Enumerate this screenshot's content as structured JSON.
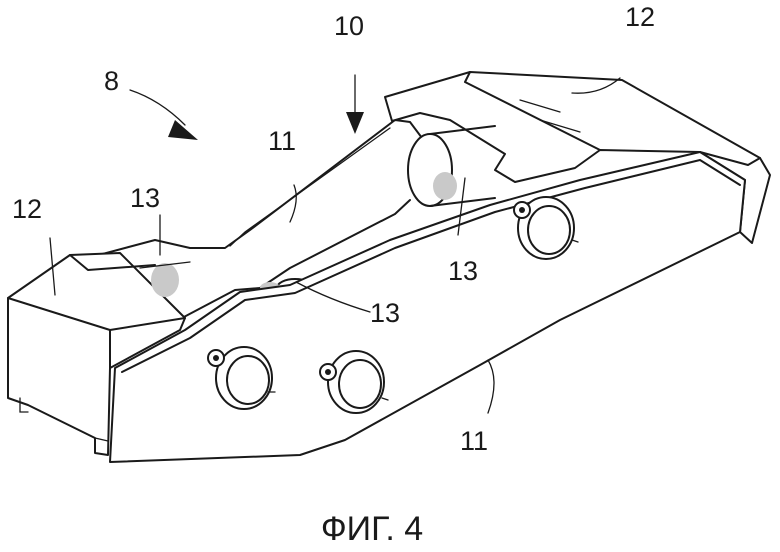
{
  "figure": {
    "caption": "ФИГ. 4",
    "labels": {
      "assembly": "8",
      "top_arrow": "10",
      "side_plate_upper": "11",
      "side_plate_lower": "11",
      "end_block_left": "12",
      "end_block_right": "12",
      "roller_left": "13",
      "roller_center": "13",
      "roller_middle": "13"
    }
  }
}
